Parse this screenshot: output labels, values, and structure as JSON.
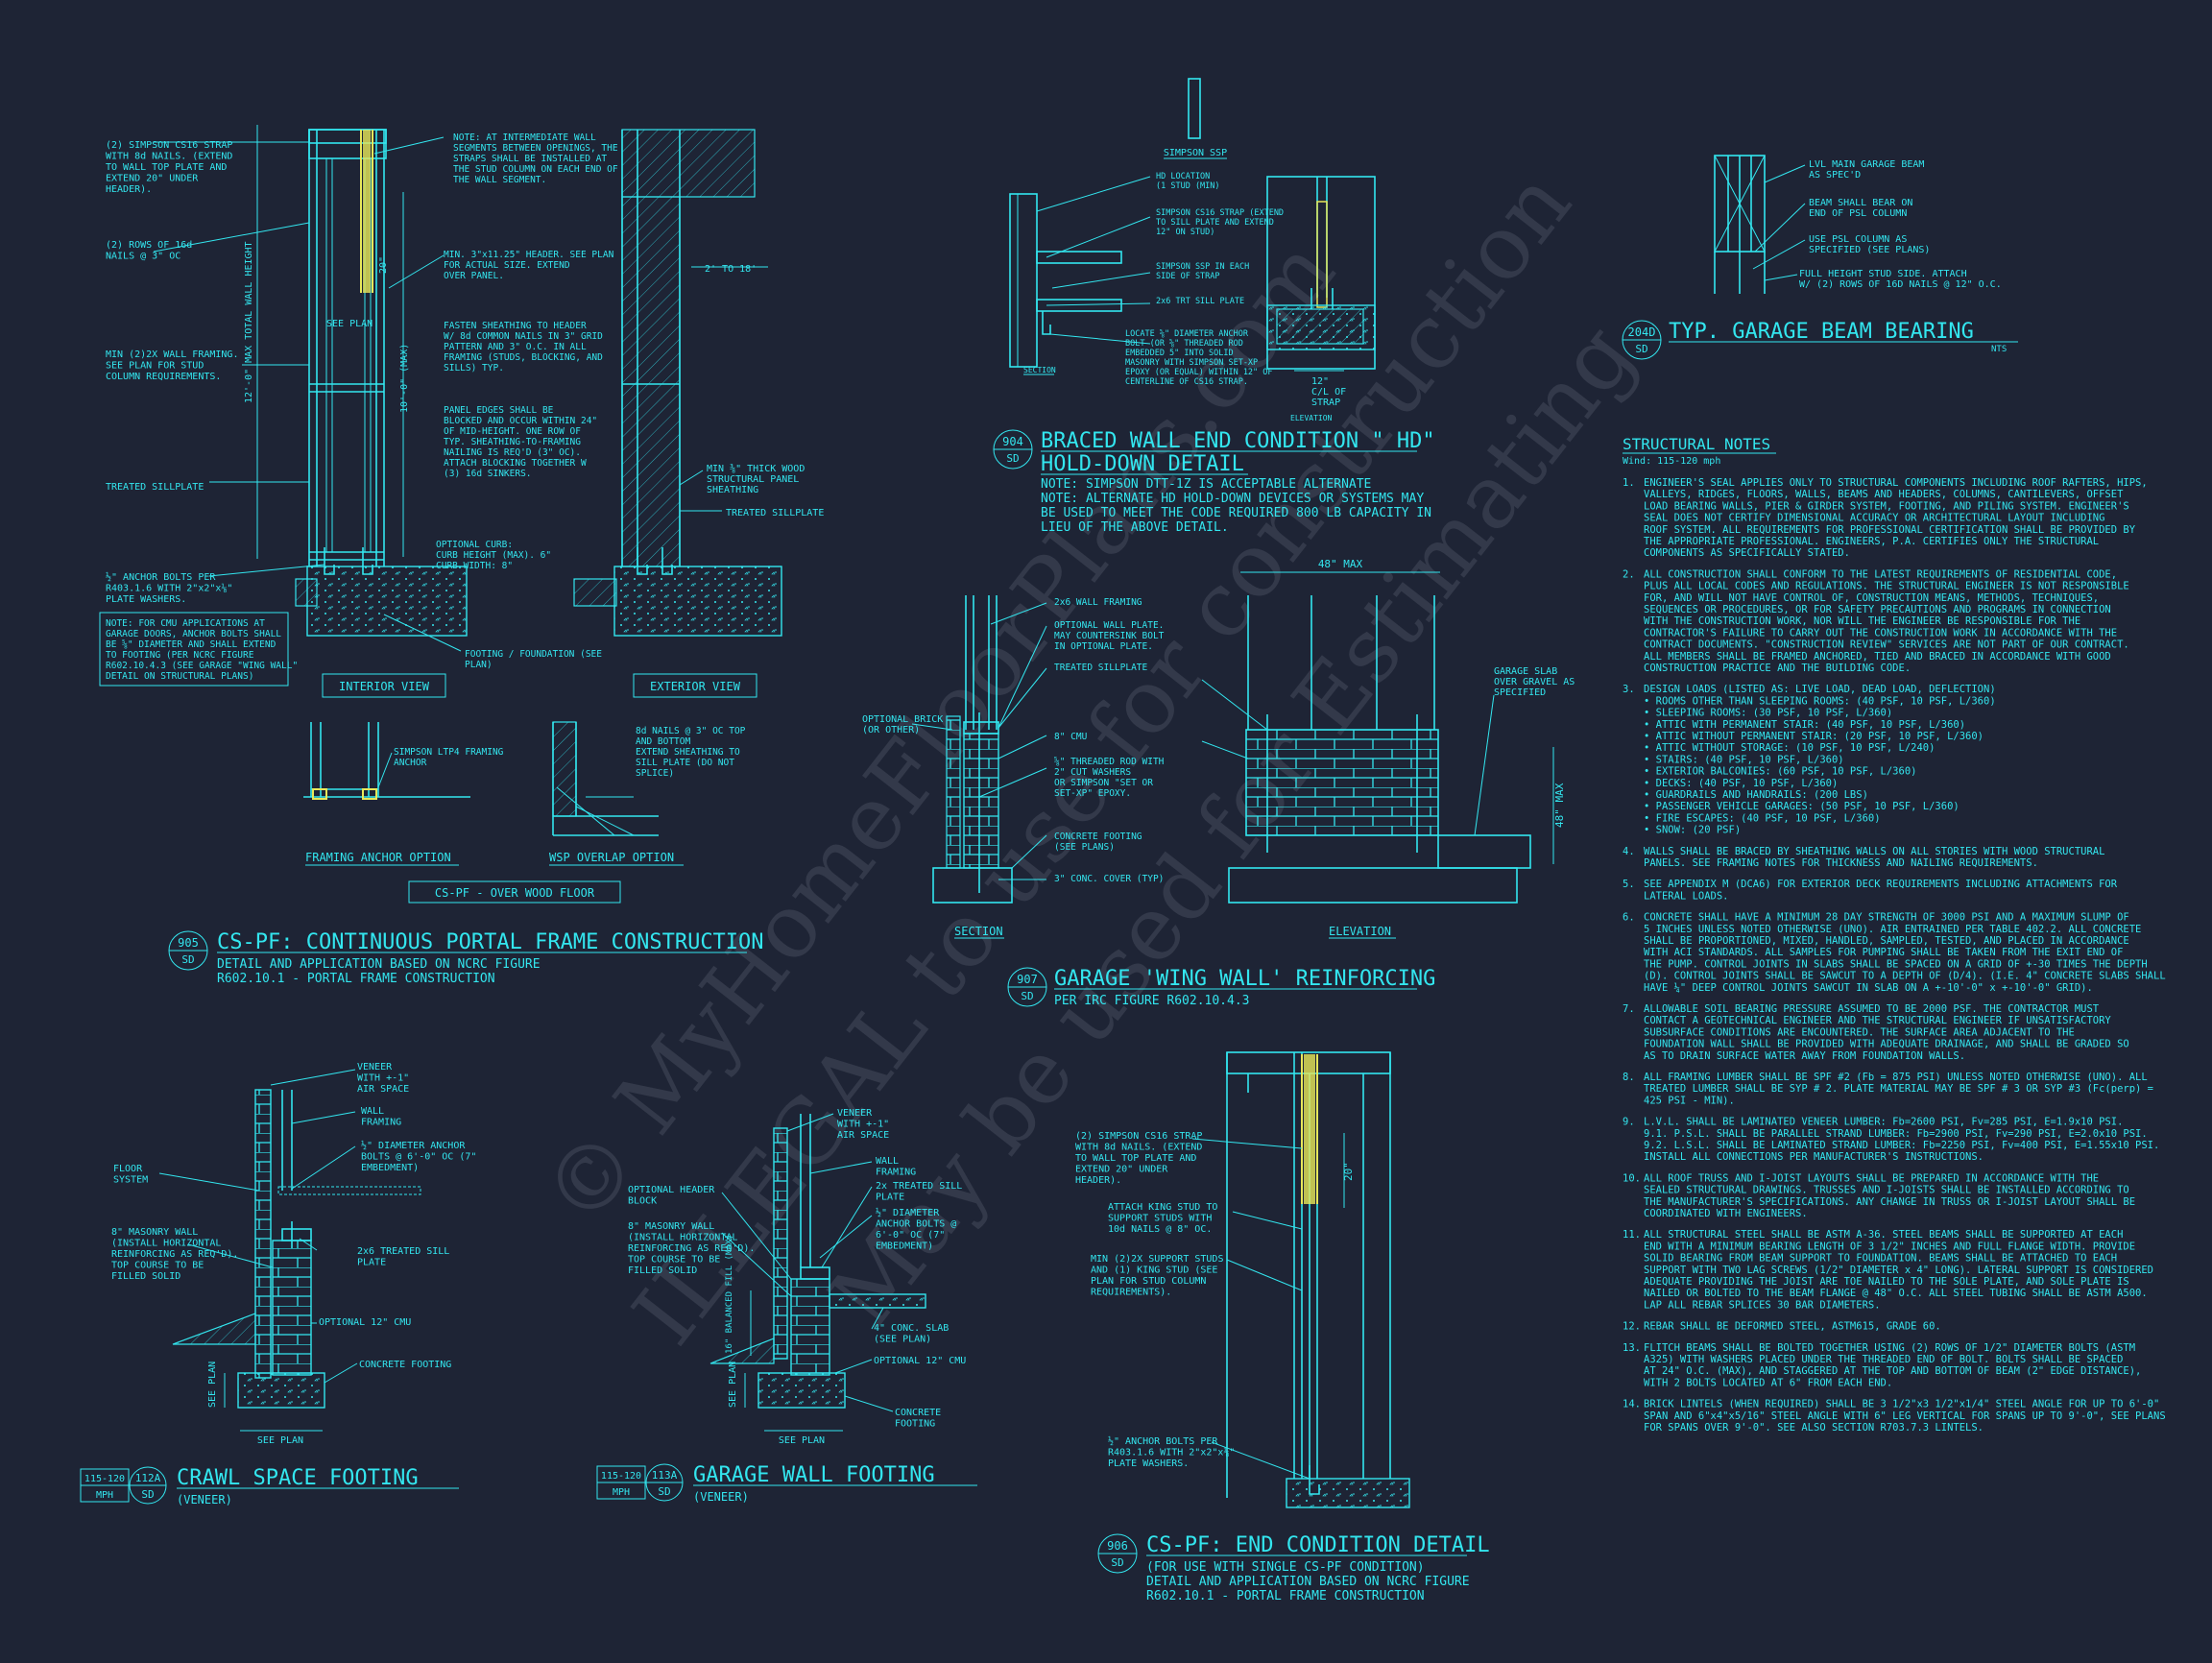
{
  "colors": {
    "background": "#1e2435",
    "line": "#33e6ef",
    "strap": "#e8e85a",
    "watermark": "#6b7180"
  },
  "watermark": {
    "line1": "© MyHomeFloorPlans.com",
    "line2": "ILLEGAL to use for construction",
    "line3": "May be used for Estimating"
  },
  "portal": {
    "notes_left": [
      "(2) SIMPSON CS16 STRAP",
      "WITH 8d NAILS. (EXTEND",
      "TO WALL TOP PLATE AND",
      "EXTEND 20\" UNDER",
      "HEADER).",
      "(2) ROWS OF 16d",
      "NAILS @ 3\" OC",
      "MIN (2)2X WALL FRAMING.",
      "SEE PLAN FOR STUD",
      "COLUMN REQUIREMENTS.",
      "TREATED SILLPLATE",
      "½\" ANCHOR BOLTS PER",
      "R403.1.6 WITH 2\"x2\"x⅛\"",
      "PLATE WASHERS."
    ],
    "note_box": [
      "NOTE: FOR CMU APPLICATIONS AT",
      "GARAGE DOORS, ANCHOR BOLTS SHALL",
      "BE ⅝\" DIAMETER AND SHALL EXTEND",
      "TO FOOTING (PER NCRC FIGURE",
      "R602.10.4.3 (SEE GARAGE \"WING WALL\"",
      "DETAIL ON STRUCTURAL PLANS)"
    ],
    "notes_mid": [
      "NOTE: AT INTERMEDIATE WALL",
      "SEGMENTS BETWEEN OPENINGS, THE",
      "STRAPS SHALL BE INSTALLED AT",
      "THE STUD COLUMN ON EACH END OF",
      "THE WALL SEGMENT.",
      "MIN. 3\"x11.25\" HEADER. SEE PLAN",
      "FOR ACTUAL SIZE. EXTEND",
      "OVER PANEL.",
      "FASTEN SHEATHING TO HEADER",
      "W/ 8d COMMON NAILS IN 3\" GRID",
      "PATTERN AND 3\" O.C. IN ALL",
      "FRAMING (STUDS, BLOCKING, AND",
      "SILLS) TYP.",
      "PANEL EDGES SHALL BE",
      "BLOCKED AND OCCUR WITHIN 24\"",
      "OF MID-HEIGHT.  ONE ROW OF",
      "TYP. SHEATHING-TO-FRAMING",
      "NAILING IS REQ'D (3\" OC).",
      "ATTACH BLOCKING TOGETHER W",
      "(3) 16d SINKERS.",
      "OPTIONAL CURB:",
      "CURB HEIGHT (MAX). 6\"",
      "CURB WIDTH: 8\"",
      "FOOTING / FOUNDATION (SEE",
      "PLAN)"
    ],
    "notes_right": [
      "MIN ⅜\" THICK WOOD",
      "STRUCTURAL PANEL",
      "SHEATHING",
      "TREATED SILLPLATE",
      "2' TO 18'"
    ],
    "dims": {
      "total": "12'-0\" MAX TOTAL WALL HEIGHT",
      "wall": "10'-0\" (MAX)",
      "strap": "20\"",
      "see_plan": "SEE PLAN"
    },
    "view_interior": "INTERIOR VIEW",
    "view_exterior": "EXTERIOR VIEW",
    "anchor_note": [
      "SIMPSON LTP4 FRAMING",
      "ANCHOR"
    ],
    "overlap_note": [
      "8d NAILS @ 3\" OC TOP",
      "AND BOTTOM",
      "EXTEND SHEATHING TO",
      "SILL PLATE (DO NOT",
      "SPLICE)"
    ],
    "label_anchor": "FRAMING ANCHOR OPTION",
    "label_overlap": "WSP OVERLAP OPTION",
    "label_floor": "CS-PF - OVER WOOD FLOOR",
    "tag_num": "905",
    "tag_sheet": "SD",
    "title": "CS-PF: CONTINUOUS PORTAL FRAME CONSTRUCTION",
    "sub1": "DETAIL AND APPLICATION BASED ON NCRC FIGURE",
    "sub2": "R602.10.1 - PORTAL FRAME CONSTRUCTION"
  },
  "crawl": {
    "notes": [
      "VENEER",
      "WITH +-1\"",
      "AIR SPACE",
      "WALL",
      "FRAMING",
      "½\" DIAMETER ANCHOR",
      "BOLTS @ 6'-0\" OC (7\"",
      "EMBEDMENT)",
      "2x6 TREATED SILL",
      "PLATE",
      "OPTIONAL 12\" CMU",
      "CONCRETE FOOTING"
    ],
    "notes_left": [
      "FLOOR",
      "SYSTEM",
      "8\" MASONRY WALL",
      "(INSTALL HORIZONTAL",
      "REINFORCING AS REQ'D).",
      "TOP COURSE TO BE",
      "FILLED SOLID"
    ],
    "see_plan": "SEE PLAN",
    "see_plan_v": "SEE PLAN",
    "mph1": "115-120",
    "mph2": "MPH",
    "tag_num": "112A",
    "tag_sheet": "SD",
    "title": "CRAWL SPACE FOOTING",
    "sub": "(VENEER)"
  },
  "garagewall": {
    "notes": [
      "VENEER",
      "WITH +-1\"",
      "AIR SPACE",
      "WALL",
      "FRAMING",
      "2x TREATED SILL",
      "PLATE",
      "½\" DIAMETER",
      "ANCHOR BOLTS @",
      "6'-0\" OC (7\"",
      "EMBEDMENT)",
      "4\" CONC. SLAB",
      "(SEE PLAN)",
      "OPTIONAL 12\" CMU",
      "CONCRETE",
      "FOOTING"
    ],
    "notes_left": [
      "OPTIONAL HEADER",
      "BLOCK",
      "8\" MASONRY WALL",
      "(INSTALL HORIZONTAL",
      "REINFORCING AS REQ'D).",
      "TOP COURSE TO BE",
      "FILLED SOLID"
    ],
    "dim": "16\" BALANCED FILL (MAX)",
    "see_plan": "SEE PLAN",
    "see_plan_v": "SEE PLAN",
    "mph1": "115-120",
    "mph2": "MPH",
    "tag_num": "113A",
    "tag_sheet": "SD",
    "title": "GARAGE WALL FOOTING",
    "sub": "(VENEER)"
  },
  "holddown": {
    "ssp_label": "SIMPSON SSP",
    "notes": [
      "HD LOCATION",
      "(1 STUD (MIN)",
      "SIMPSON CS16 STRAP (EXTEND",
      "TO SILL PLATE AND EXTEND",
      "12\" ON STUD)",
      "SIMPSON SSP IN EACH",
      "SIDE OF STRAP",
      "2x6 TRT SILL PLATE",
      "LOCATE ⅝\" DIAMETER ANCHOR",
      "BOLT (OR ⅝\" THREADED ROD",
      "EMBEDDED 5\" INTO SOLID",
      "MASONRY WITH SIMPSON SET-XP",
      "EPOXY (OR EQUAL) WITHIN 12\" OF",
      "CENTERLINE OF CS16 STRAP."
    ],
    "dim": [
      "12\"",
      "C/L OF",
      "STRAP"
    ],
    "section": "SECTION",
    "elevation": "ELEVATION",
    "tag_num": "904",
    "tag_sheet": "SD",
    "title1": "BRACED WALL END CONDITION \" HD\"",
    "title2": "HOLD-DOWN DETAIL",
    "sub": [
      "NOTE: SIMPSON DTT-1Z IS ACCEPTABLE ALTERNATE",
      "NOTE: ALTERNATE HD HOLD-DOWN DEVICES OR SYSTEMS MAY",
      "BE USED TO MEET THE CODE REQUIRED 800 LB CAPACITY IN",
      "LIEU OF THE ABOVE DETAIL."
    ]
  },
  "wingwall": {
    "notes": [
      "2x6 WALL FRAMING",
      "OPTIONAL WALL PLATE.",
      "MAY COUNTERSINK BOLT",
      "IN OPTIONAL PLATE.",
      "TREATED SILLPLATE",
      "8\" CMU",
      "⅝\" THREADED ROD WITH",
      "2\" CUT WASHERS",
      "OR SIMPSON \"SET OR",
      "SET-XP\" EPOXY.",
      "CONCRETE FOOTING",
      "(SEE PLANS)",
      "3\" CONC. COVER (TYP)"
    ],
    "brick": [
      "OPTIONAL BRICK",
      "(OR OTHER)"
    ],
    "slab": [
      "GARAGE SLAB",
      "OVER GRAVEL AS",
      "SPECIFIED"
    ],
    "dim_w": "48\" MAX",
    "dim_h": "48\" MAX",
    "section": "SECTION",
    "elevation": "ELEVATION",
    "tag_num": "907",
    "tag_sheet": "SD",
    "title": "GARAGE 'WING WALL' REINFORCING",
    "sub": "PER IRC FIGURE R602.10.4.3"
  },
  "endcond": {
    "notes": [
      "(2) SIMPSON CS16 STRAP",
      "WITH 8d NAILS. (EXTEND",
      "TO WALL TOP PLATE AND",
      "EXTEND 20\" UNDER",
      "HEADER).",
      "ATTACH KING STUD TO",
      "SUPPORT STUDS WITH",
      "10d NAILS @ 8\" OC.",
      "MIN (2)2X SUPPORT STUDS",
      "AND (1) KING STUD (SEE",
      "PLAN FOR STUD COLUMN",
      "REQUIREMENTS).",
      "½\" ANCHOR BOLTS PER",
      "R403.1.6 WITH 2\"x2\"x⅛\"",
      "PLATE WASHERS."
    ],
    "dim": "20\"",
    "tag_num": "906",
    "tag_sheet": "SD",
    "title": "CS-PF: END CONDITION DETAIL",
    "sub": [
      "(FOR USE WITH SINGLE CS-PF CONDITION)",
      "DETAIL AND APPLICATION BASED ON NCRC FIGURE",
      "R602.10.1 - PORTAL FRAME CONSTRUCTION"
    ]
  },
  "beam": {
    "notes": [
      "LVL MAIN GARAGE BEAM",
      "AS SPEC'D",
      "BEAM SHALL BEAR ON",
      "END OF PSL COLUMN",
      "USE PSL COLUMN AS",
      "SPECIFIED (SEE PLANS)",
      "FULL HEIGHT STUD SIDE. ATTACH",
      "W/ (2) ROWS OF 16D NAILS @ 12\" O.C."
    ],
    "tag_num": "204D",
    "tag_sheet": "SD",
    "title": "TYP. GARAGE BEAM BEARING",
    "nts": "NTS"
  },
  "structural": {
    "title": "STRUCTURAL NOTES",
    "wind": "Wind: 115-120 mph",
    "items": [
      {
        "n": "1.",
        "lines": [
          "ENGINEER'S SEAL APPLIES ONLY TO STRUCTURAL COMPONENTS INCLUDING ROOF RAFTERS, HIPS,",
          "VALLEYS, RIDGES, FLOORS, WALLS, BEAMS AND HEADERS, COLUMNS, CANTILEVERS, OFFSET",
          "LOAD BEARING WALLS, PIER & GIRDER SYSTEM, FOOTING, AND PILING SYSTEM.  ENGINEER'S",
          "SEAL DOES NOT CERTIFY DIMENSIONAL ACCURACY OR ARCHITECTURAL LAYOUT INCLUDING",
          "ROOF SYSTEM. ALL REQUIREMENTS FOR PROFESSIONAL CERTIFICATION SHALL BE PROVIDED BY",
          "THE APPROPRIATE PROFESSIONAL.  ENGINEERS, P.A. CERTIFIES ONLY THE STRUCTURAL",
          "COMPONENTS AS SPECIFICALLY STATED."
        ]
      },
      {
        "n": "2.",
        "lines": [
          "ALL CONSTRUCTION SHALL CONFORM TO THE LATEST REQUIREMENTS OF RESIDENTIAL CODE,",
          "PLUS ALL LOCAL CODES AND REGULATIONS. THE STRUCTURAL ENGINEER IS NOT RESPONSIBLE",
          "FOR, AND WILL NOT HAVE CONTROL OF, CONSTRUCTION MEANS, METHODS, TECHNIQUES,",
          "SEQUENCES OR PROCEDURES, OR FOR SAFETY PRECAUTIONS AND PROGRAMS IN CONNECTION",
          "WITH THE CONSTRUCTION WORK, NOR WILL THE ENGINEER BE RESPONSIBLE FOR THE",
          "CONTRACTOR'S FAILURE TO CARRY OUT THE CONSTRUCTION WORK IN ACCORDANCE WITH THE",
          "CONTRACT DOCUMENTS. \"CONSTRUCTION REVIEW\" SERVICES ARE NOT PART OF OUR CONTRACT.",
          "ALL MEMBERS SHALL BE FRAMED ANCHORED, TIED AND BRACED IN ACCORDANCE WITH GOOD",
          "CONSTRUCTION PRACTICE AND THE BUILDING CODE."
        ]
      },
      {
        "n": "3.",
        "lines": [
          "DESIGN LOADS (LISTED AS: LIVE LOAD, DEAD LOAD, DEFLECTION)",
          "•  ROOMS OTHER THAN SLEEPING ROOMS: (40 PSF, 10 PSF, L/360)",
          "•  SLEEPING ROOMS: (30 PSF, 10 PSF, L/360)",
          "•  ATTIC WITH PERMANENT STAIR: (40 PSF, 10 PSF, L/360)",
          "•  ATTIC WITHOUT PERMANENT STAIR: (20 PSF, 10 PSF, L/360)",
          "•  ATTIC WITHOUT STORAGE: (10 PSF, 10 PSF, L/240)",
          "•  STAIRS: (40 PSF, 10 PSF, L/360)",
          "•  EXTERIOR BALCONIES: (60 PSF, 10 PSF, L/360)",
          "•  DECKS: (40 PSF, 10 PSF, L/360)",
          "•  GUARDRAILS AND HANDRAILS: (200 LBS)",
          "•  PASSENGER VEHICLE GARAGES: (50 PSF, 10 PSF, L/360)",
          "•  FIRE ESCAPES: (40 PSF, 10 PSF, L/360)",
          "•  SNOW: (20 PSF)"
        ]
      },
      {
        "n": "4.",
        "lines": [
          "WALLS SHALL BE BRACED BY SHEATHING WALLS ON ALL STORIES WITH WOOD STRUCTURAL",
          "PANELS. SEE FRAMING NOTES FOR THICKNESS AND NAILING REQUIREMENTS."
        ]
      },
      {
        "n": "5.",
        "lines": [
          "SEE APPENDIX M (DCA6) FOR EXTERIOR DECK REQUIREMENTS INCLUDING ATTACHMENTS FOR",
          "LATERAL LOADS."
        ]
      },
      {
        "n": "6.",
        "lines": [
          "CONCRETE SHALL HAVE A MINIMUM 28 DAY STRENGTH OF 3000 PSI AND A MAXIMUM SLUMP OF",
          "5 INCHES UNLESS NOTED OTHERWISE (UNO). AIR ENTRAINED PER TABLE 402.2. ALL CONCRETE",
          "SHALL BE PROPORTIONED, MIXED, HANDLED, SAMPLED, TESTED, AND PLACED IN ACCORDANCE",
          "WITH ACI STANDARDS. ALL SAMPLES FOR PUMPING SHALL BE TAKEN FROM THE EXIT END OF",
          "THE PUMP. CONTROL JOINTS IN SLABS SHALL BE SPACED ON A GRID OF +-30 TIMES THE DEPTH",
          "(D). CONTROL JOINTS SHALL BE SAWCUT TO A DEPTH OF (D/4). (I.E. 4\" CONCRETE SLABS SHALL",
          "HAVE ¼\" DEEP CONTROL JOINTS SAWCUT IN SLAB ON A +-10'-0\" x +-10'-0\" GRID)."
        ]
      },
      {
        "n": "7.",
        "lines": [
          "ALLOWABLE SOIL BEARING PRESSURE ASSUMED TO BE 2000 PSF. THE CONTRACTOR MUST",
          "CONTACT A GEOTECHNICAL ENGINEER AND THE STRUCTURAL ENGINEER IF UNSATISFACTORY",
          "SUBSURFACE CONDITIONS ARE ENCOUNTERED. THE SURFACE AREA ADJACENT TO THE",
          "FOUNDATION WALL SHALL BE PROVIDED WITH ADEQUATE DRAINAGE, AND SHALL BE GRADED SO",
          "AS TO DRAIN SURFACE WATER AWAY FROM FOUNDATION WALLS."
        ]
      },
      {
        "n": "8.",
        "lines": [
          "ALL FRAMING LUMBER SHALL BE SPF #2 (Fb = 875 PSI) UNLESS NOTED OTHERWISE (UNO). ALL",
          "TREATED LUMBER SHALL BE SYP # 2. PLATE MATERIAL MAY BE SPF # 3 OR SYP #3 (Fc(perp) =",
          "425 PSI - MIN)."
        ]
      },
      {
        "n": "9.",
        "lines": [
          "L.V.L.  SHALL BE LAMINATED VENEER LUMBER: Fb=2600 PSI, Fv=285 PSI, E=1.9x10  PSI.",
          "9.1.    P.S.L.  SHALL BE PARALLEL STRAND LUMBER: Fb=2900 PSI, Fv=290 PSI, E=2.0x10  PSI.",
          "9.2.    L.S.L.  SHALL BE LAMINATED STRAND LUMBER: Fb=2250 PSI, Fv=400 PSI, E=1.55x10  PSI.",
          "INSTALL ALL CONNECTIONS PER MANUFACTURER'S INSTRUCTIONS."
        ]
      },
      {
        "n": "10.",
        "lines": [
          "ALL ROOF TRUSS AND I-JOIST LAYOUTS SHALL BE PREPARED IN ACCORDANCE WITH THE",
          "SEALED STRUCTURAL DRAWINGS. TRUSSES AND I-JOISTS SHALL BE INSTALLED ACCORDING TO",
          "THE MANUFACTURER'S SPECIFICATIONS. ANY CHANGE IN TRUSS OR I-JOIST LAYOUT SHALL BE",
          "COORDINATED WITH  ENGINEERS."
        ]
      },
      {
        "n": "11.",
        "lines": [
          "ALL STRUCTURAL STEEL SHALL BE ASTM A-36. STEEL BEAMS SHALL BE SUPPORTED AT EACH",
          "END WITH A MINIMUM BEARING LENGTH OF 3 1/2\" INCHES AND FULL FLANGE WIDTH. PROVIDE",
          "SOLID BEARING FROM BEAM SUPPORT TO FOUNDATION. BEAMS SHALL BE ATTACHED TO EACH",
          "SUPPORT WITH TWO LAG SCREWS (1/2\" DIAMETER x 4\" LONG). LATERAL SUPPORT IS CONSIDERED",
          "ADEQUATE PROVIDING THE JOIST ARE TOE NAILED TO THE SOLE PLATE, AND SOLE PLATE IS",
          "NAILED OR BOLTED TO THE BEAM FLANGE @ 48\" O.C. ALL STEEL TUBING SHALL BE ASTM A500.",
          "LAP ALL REBAR SPLICES 30 BAR DIAMETERS."
        ]
      },
      {
        "n": "12.",
        "lines": [
          "REBAR SHALL BE DEFORMED STEEL, ASTM615, GRADE 60."
        ]
      },
      {
        "n": "13.",
        "lines": [
          "FLITCH BEAMS SHALL BE BOLTED TOGETHER USING (2) ROWS OF 1/2\" DIAMETER BOLTS (ASTM",
          "A325) WITH WASHERS PLACED UNDER THE THREADED END OF BOLT. BOLTS SHALL BE SPACED",
          "AT 24\" O.C. (MAX), AND STAGGERED AT THE TOP AND BOTTOM OF BEAM (2\" EDGE DISTANCE),",
          "WITH 2 BOLTS LOCATED AT 6\" FROM EACH END."
        ]
      },
      {
        "n": "14.",
        "lines": [
          "BRICK LINTELS (WHEN REQUIRED) SHALL BE 3 1/2\"x3 1/2\"x1/4\" STEEL ANGLE FOR UP TO 6'-0\"",
          "SPAN AND 6\"x4\"x5/16\" STEEL ANGLE WITH 6\" LEG VERTICAL FOR SPANS UP TO 9'-0\", SEE PLANS",
          "FOR SPANS OVER 9'-0\". SEE ALSO SECTION R703.7.3 LINTELS."
        ]
      }
    ]
  }
}
